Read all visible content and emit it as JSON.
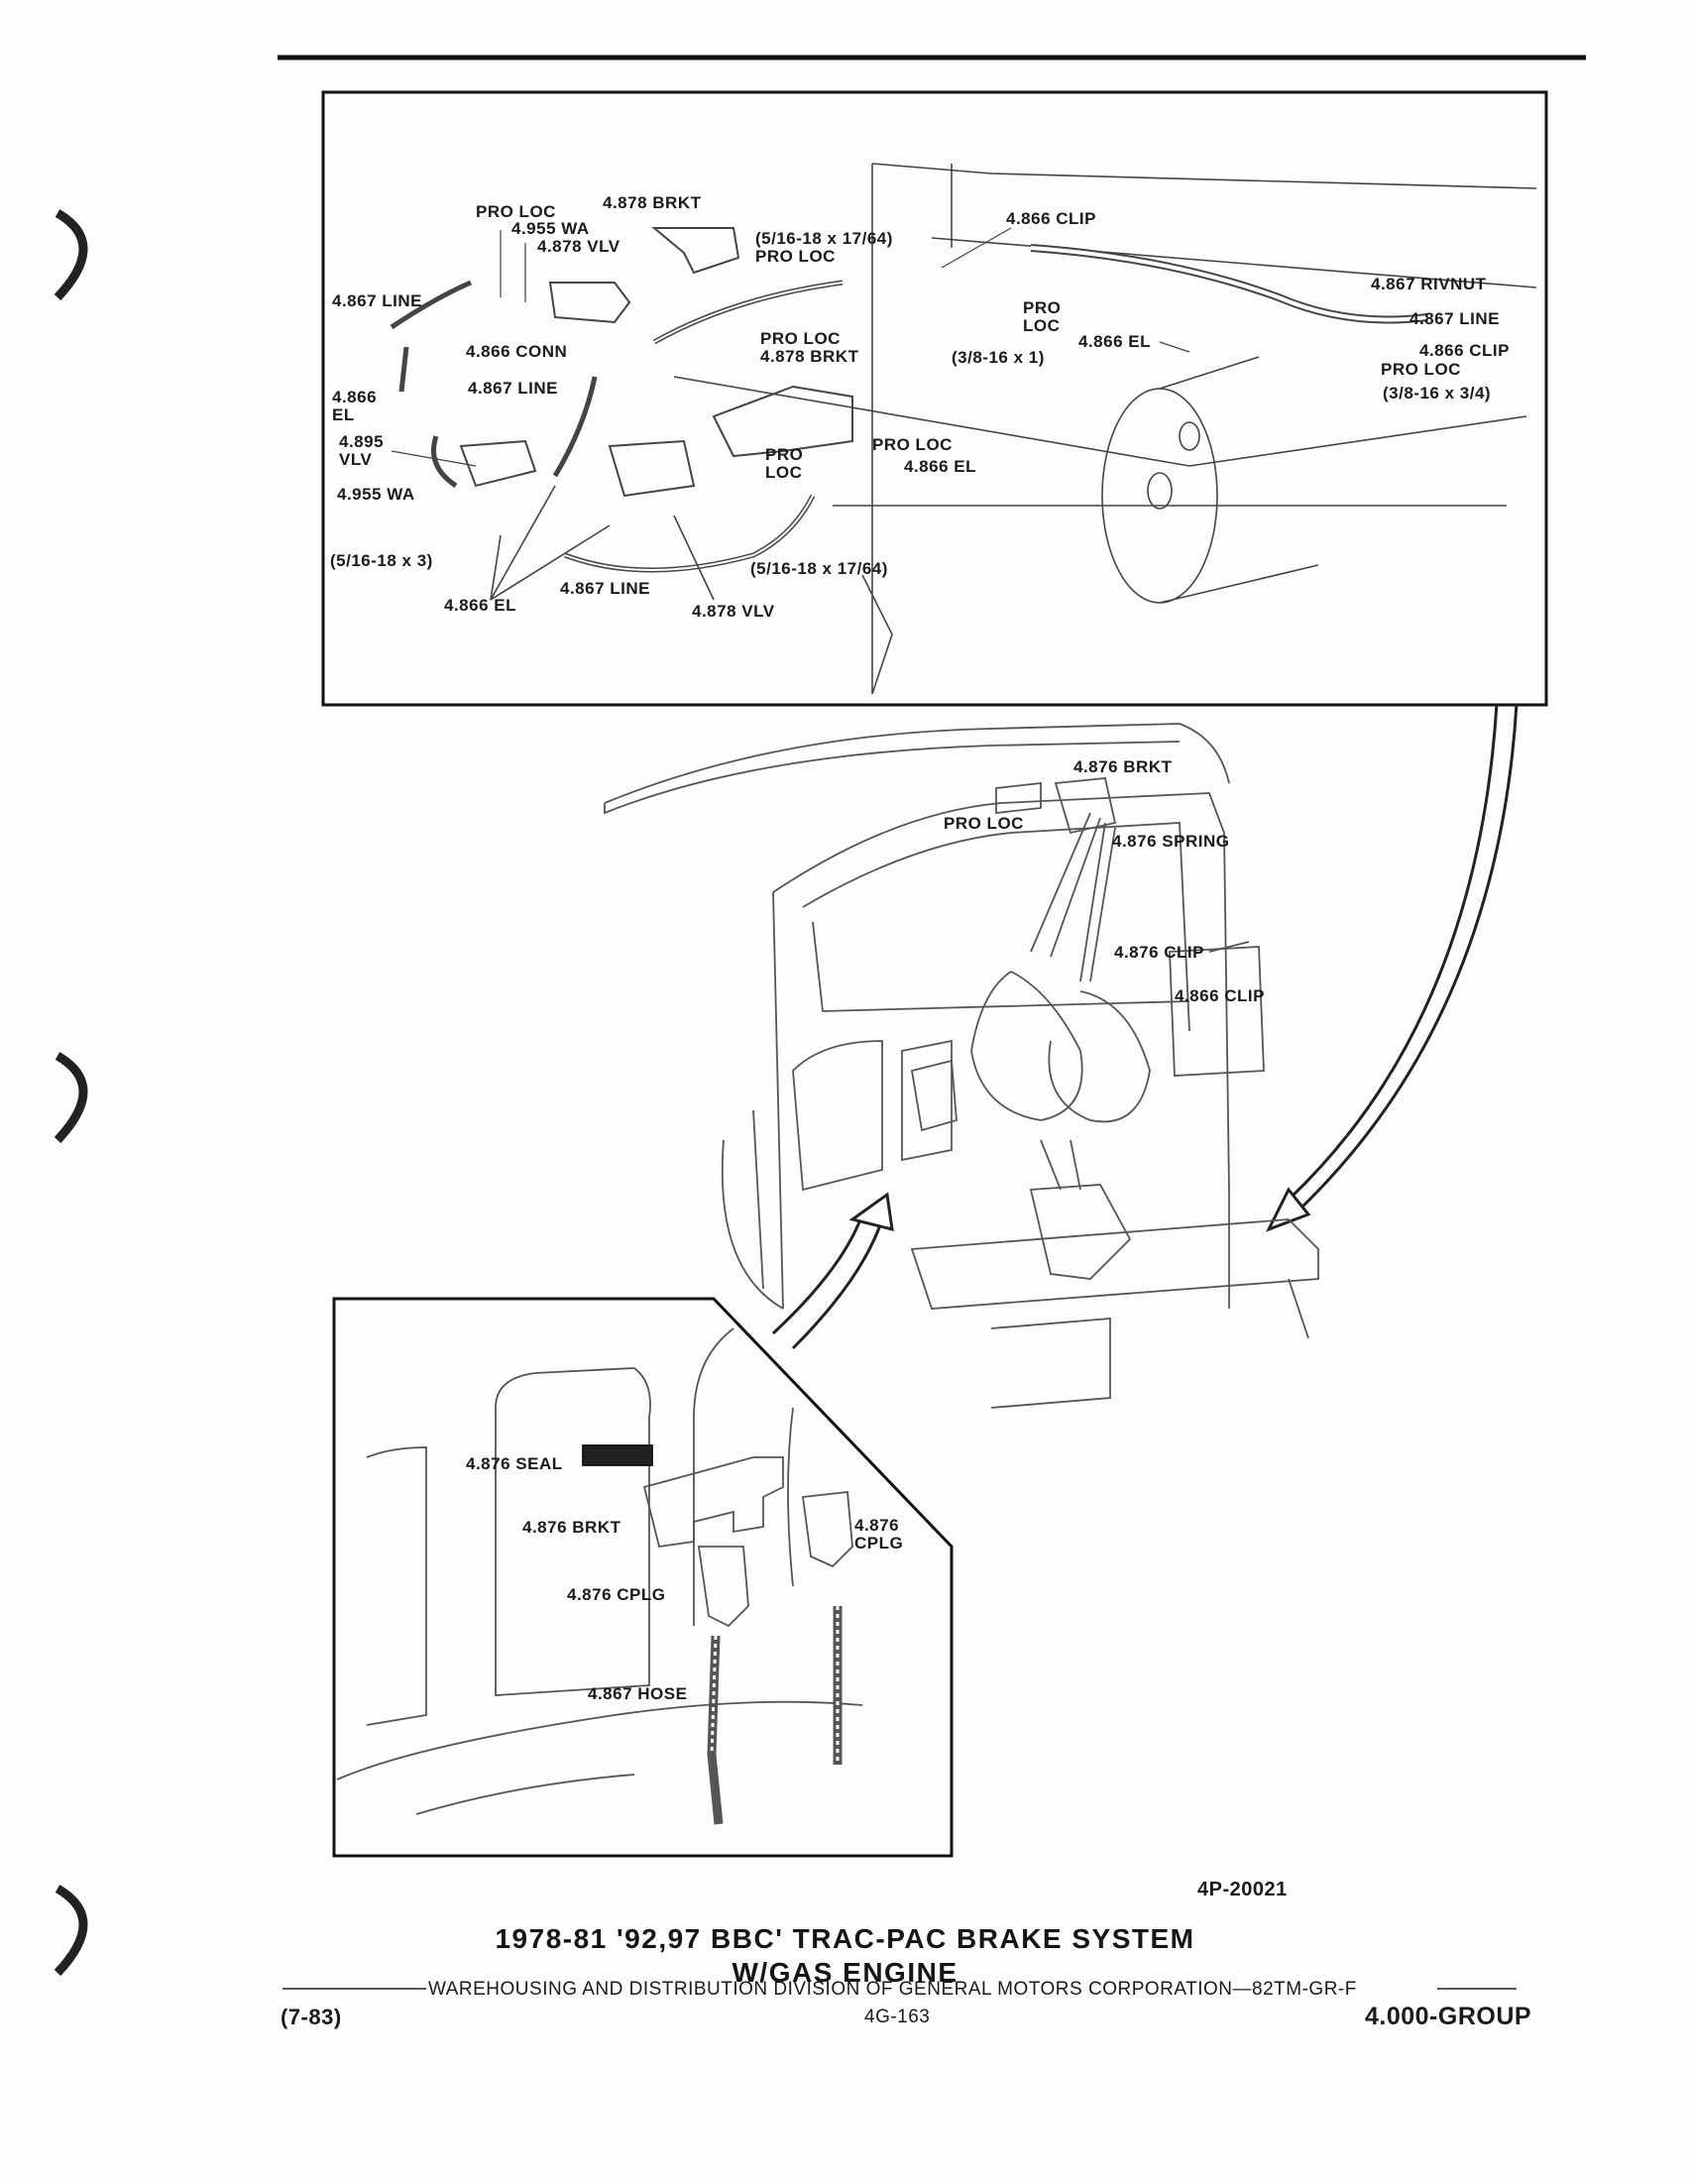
{
  "figure": {
    "number": "4P-20021",
    "title_line1": "1978-81 '92,97 BBC' TRAC-PAC BRAKE SYSTEM",
    "title_line2": "W/GAS ENGINE"
  },
  "footer": {
    "division": "WAREHOUSING AND DISTRIBUTION  DIVISION OF GENERAL MOTORS CORPORATION—82TM-GR-F",
    "date": "(7-83)",
    "page": "4G-163",
    "group": "4.000-GROUP"
  },
  "top_inset_labels": [
    "PRO LOC",
    "4.878 BRKT",
    "4.955 WA",
    "4.878 VLV",
    "(5/16-18 x 17/64)\nPRO LOC",
    "4.866 CLIP",
    "4.867 LINE",
    "4.866 CONN",
    "PRO LOC\n4.878 BRKT",
    "PRO\nLOC",
    "(3/8-16 x 1)",
    "4.866 EL",
    "4.867 RIVNUT",
    "4.867 LINE",
    "4.866 CLIP",
    "PRO LOC",
    "(3/8-16 x 3/4)",
    "4.866\nEL",
    "4.867 LINE",
    "4.895\nVLV",
    "4.955 WA",
    "PRO LOC",
    "PRO\nLOC",
    "4.866 EL",
    "(5/16-18 x 3)",
    "4.866 EL",
    "4.867 LINE",
    "(5/16-18 x 17/64)",
    "4.878 VLV"
  ],
  "middle_labels": [
    "4.876 BRKT",
    "PRO LOC",
    "4.876 SPRING",
    "4.876 CLIP",
    "4.866 CLIP"
  ],
  "bottom_inset_labels": [
    "4.876 SEAL",
    "4.876 BRKT",
    "4.876\nCPLG",
    "4.876 CPLG",
    "4.867 HOSE"
  ]
}
